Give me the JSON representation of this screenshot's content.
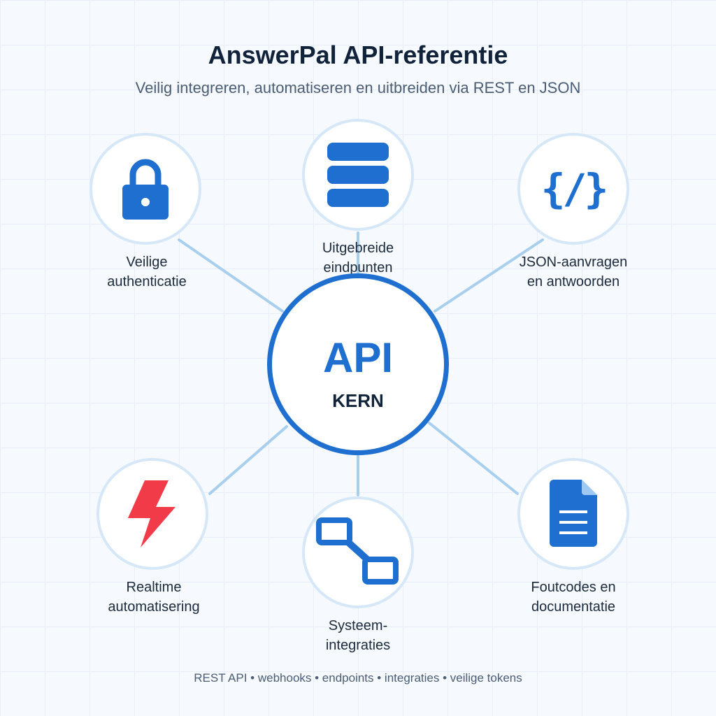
{
  "header": {
    "title": "AnswerPal API-referentie",
    "subtitle": "Veilig integreren, automatiseren en uitbreiden via REST en JSON"
  },
  "core": {
    "title": "API",
    "subtitle": "KERN"
  },
  "nodes": {
    "auth": {
      "icon": "padlock-icon",
      "label": [
        "Veilige",
        "authenticatie"
      ]
    },
    "endpoints": {
      "icon": "database-stack-icon",
      "label": [
        "Uitgebreide",
        "eindpunten"
      ]
    },
    "json": {
      "icon": "code-braces-icon",
      "icon_text": "{/}",
      "label": [
        "JSON-aanvragen",
        "en antwoorden"
      ]
    },
    "automation": {
      "icon": "lightning-bolt-icon",
      "label": [
        "Realtime",
        "automatisering"
      ]
    },
    "integrations": {
      "icon": "link-chain-icon",
      "label": [
        "Systeem-",
        "integraties"
      ]
    },
    "docs": {
      "icon": "document-icon",
      "label": [
        "Foutcodes en",
        "documentatie"
      ]
    }
  },
  "footer": {
    "text": "REST API • webhooks • endpoints • integraties • veilige tokens"
  },
  "colors": {
    "accent": "#1e6fcf",
    "connector": "#a9cfee",
    "node_border": "#d6e8f8",
    "lightning": "#f23b48",
    "title": "#11233a"
  }
}
